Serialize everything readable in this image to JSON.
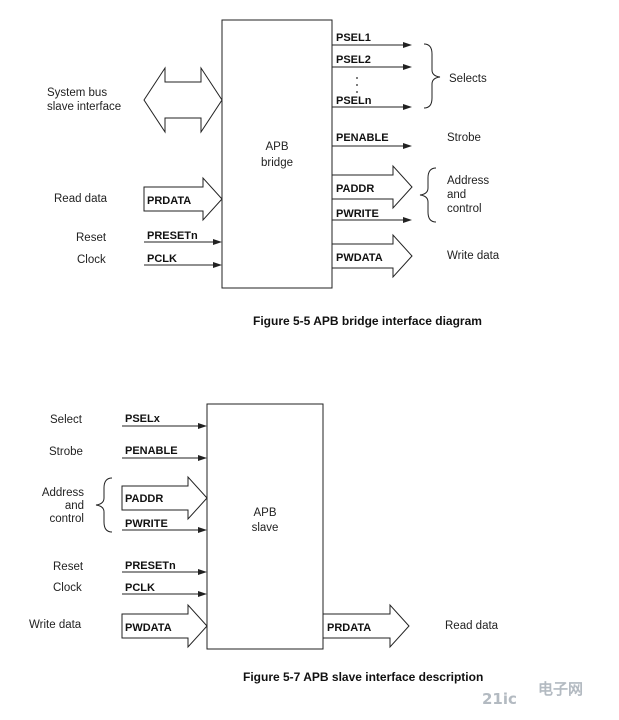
{
  "figure1": {
    "caption": "Figure 5-5 APB bridge interface diagram",
    "block_line1": "APB",
    "block_line2": "bridge",
    "system_bus_line1": "System bus",
    "system_bus_line2": "slave interface",
    "read_data": "Read data",
    "reset": "Reset",
    "clock": "Clock",
    "prdata": "PRDATA",
    "presetn": "PRESETn",
    "pclk": "PCLK",
    "psel1": "PSEL1",
    "psel2": "PSEL2",
    "pseln": "PSELn",
    "penable": "PENABLE",
    "paddr": "PADDR",
    "pwrite": "PWRITE",
    "pwdata": "PWDATA",
    "selects": "Selects",
    "strobe": "Strobe",
    "address_line1": "Address",
    "address_line2": "and",
    "address_line3": "control",
    "write_data": "Write data"
  },
  "figure2": {
    "caption": "Figure 5-7 APB slave interface description",
    "block_line1": "APB",
    "block_line2": "slave",
    "select": "Select",
    "strobe": "Strobe",
    "address_line1": "Address",
    "address_line2": "and",
    "address_line3": "control",
    "reset": "Reset",
    "clock": "Clock",
    "write_data": "Write data",
    "pselx": "PSELx",
    "penable": "PENABLE",
    "paddr": "PADDR",
    "pwrite": "PWRITE",
    "presetn": "PRESETn",
    "pclk": "PCLK",
    "pwdata": "PWDATA",
    "prdata": "PRDATA",
    "read_data": "Read data"
  },
  "watermark": {
    "line1": "21ic",
    "line2": "电子网"
  }
}
